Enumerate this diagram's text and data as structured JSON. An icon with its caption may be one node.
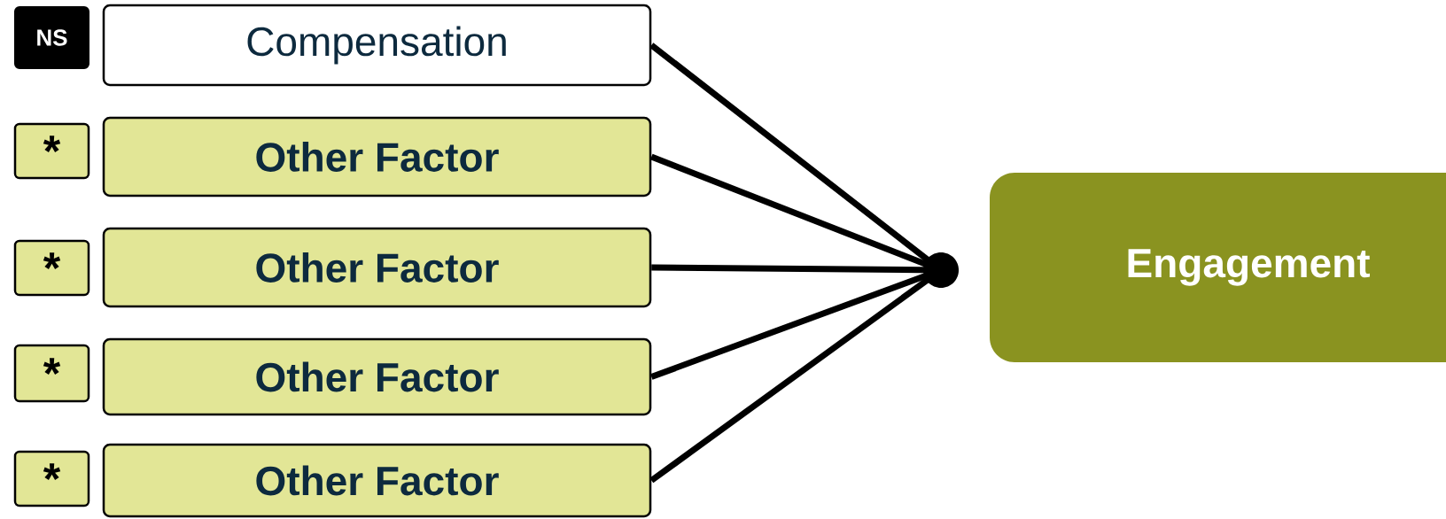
{
  "diagram": {
    "nodes": [
      {
        "text": [
          "NS"
        ]
      },
      {
        "text": [
          "Compensation"
        ]
      },
      {
        "text": [
          "*"
        ]
      },
      {
        "text": [
          "Other Factor"
        ]
      },
      {
        "text": [
          "*"
        ]
      },
      {
        "text": [
          "Other Factor"
        ]
      },
      {
        "text": [
          "*"
        ]
      },
      {
        "text": [
          "Other Factor"
        ]
      },
      {
        "text": [
          "*"
        ]
      },
      {
        "text": [
          "Other Factor"
        ]
      },
      {
        "text": [],
        "shape": "circle"
      },
      {
        "text": [
          "Engagement"
        ]
      }
    ],
    "edges": [
      {
        "from": 1,
        "to": 10,
        "arrow": "none"
      },
      {
        "from": 3,
        "to": 10,
        "arrow": "none"
      },
      {
        "from": 5,
        "to": 10,
        "arrow": "none"
      },
      {
        "from": 7,
        "to": 10,
        "arrow": "none"
      },
      {
        "from": 9,
        "to": 10,
        "arrow": "none"
      }
    ]
  }
}
